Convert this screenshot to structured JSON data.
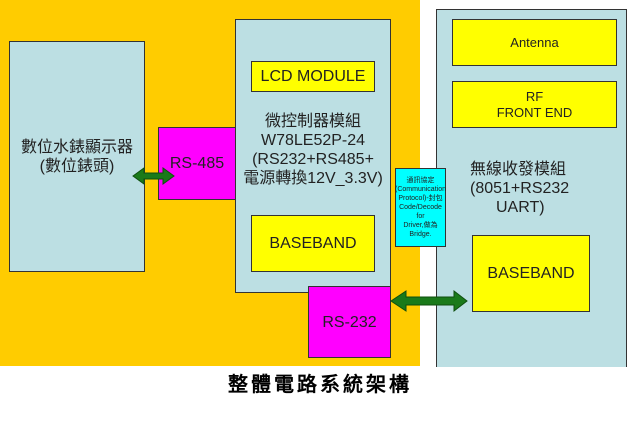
{
  "diagram": {
    "caption": "整體電路系統架構",
    "colors": {
      "background": "#ffcc00",
      "module_box": "#bcdfe3",
      "sub_block": "#ffff00",
      "interface": "#ff00ff",
      "protocol_note": "#00ffff",
      "arrow": "#1a7a1a"
    },
    "display_module": {
      "line1": "數位水錶顯示器",
      "line2": "(數位錶頭)"
    },
    "rs485": "RS-485",
    "mcu_module": {
      "lcd": "LCD MODULE",
      "line1": "微控制器模組",
      "line2": "W78LE52P-24",
      "line3": "(RS232+RS485+",
      "line4": "電源轉換12V_3.3V)",
      "baseband": "BASEBAND"
    },
    "rs232": "RS-232",
    "protocol_note": {
      "line1": "通訊協定",
      "line2": "(Communication",
      "line3": "Protocol)-封包",
      "line4": "Code/Decode for",
      "line5": "Driver,做為Bridge."
    },
    "rf_module": {
      "antenna": "Antenna",
      "rf_line1": "RF",
      "rf_line2": "FRONT END",
      "line1": "無線收發模組",
      "line2": "(8051+RS232",
      "line3": "UART)",
      "baseband": "BASEBAND"
    }
  }
}
